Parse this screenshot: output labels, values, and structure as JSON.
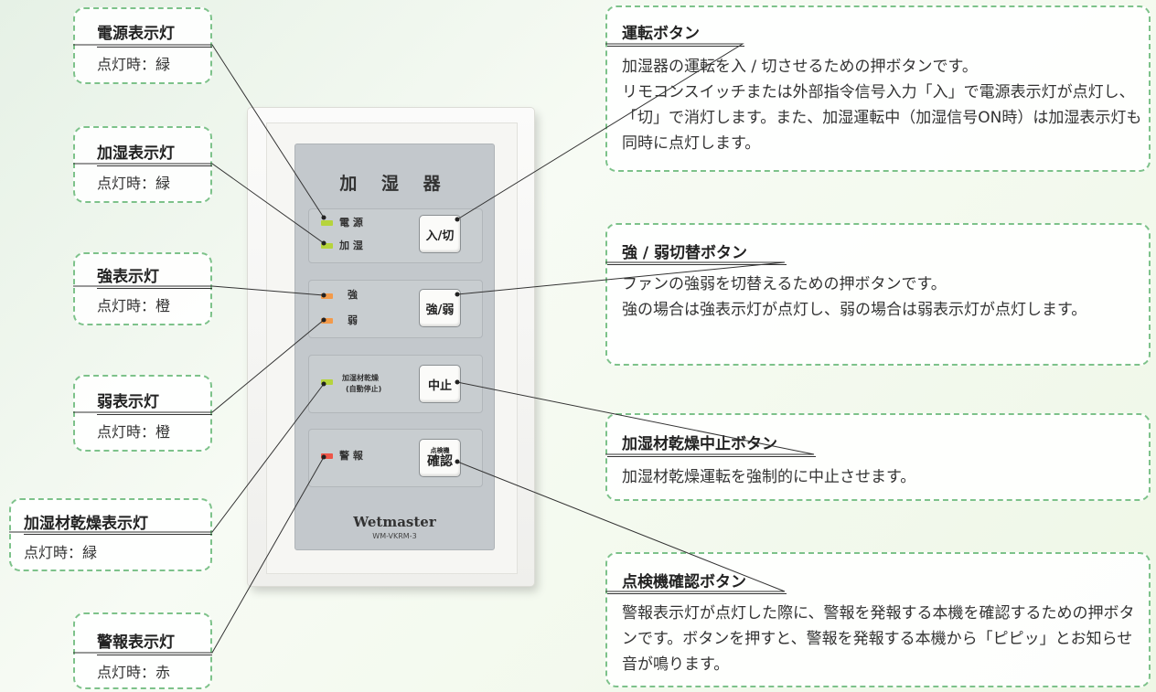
{
  "left_callouts": [
    {
      "title": "電源表示灯",
      "sub": "点灯時：緑"
    },
    {
      "title": "加湿表示灯",
      "sub": "点灯時：緑"
    },
    {
      "title": "強表示灯",
      "sub": "点灯時：橙"
    },
    {
      "title": "弱表示灯",
      "sub": "点灯時：橙"
    },
    {
      "title": "加湿材乾燥表示灯",
      "sub": "点灯時：緑"
    },
    {
      "title": "警報表示灯",
      "sub": "点灯時：赤"
    }
  ],
  "right_callouts": [
    {
      "title": "運転ボタン",
      "desc": "加湿器の運転を入 / 切させるための押ボタンです。\nリモコンスイッチまたは外部指令信号入力「入」で電源表示灯が点灯し、「切」で消灯します。また、加湿運転中（加湿信号ON時）は加湿表示灯も同時に点灯します。"
    },
    {
      "title": "強 / 弱切替ボタン",
      "desc": "ファンの強弱を切替えるための押ボタンです。\n強の場合は強表示灯が点灯し、弱の場合は弱表示灯が点灯します。"
    },
    {
      "title": "加湿材乾燥中止ボタン",
      "desc": "加湿材乾燥運転を強制的に中止させます。"
    },
    {
      "title": "点検機確認ボタン",
      "desc": "警報表示灯が点灯した際に、警報を発報する本機を確認するための押ボタンです。ボタンを押すと、警報を発報する本機から「ピピッ」とお知らせ音が鳴ります。"
    }
  ],
  "device": {
    "title": "加 湿 器",
    "led_power": "電 源",
    "led_humid": "加 湿",
    "btn_onoff": "入/切",
    "led_strong": "強",
    "led_weak": "弱",
    "btn_strongweak": "強/弱",
    "led_dry_line1": "加湿材乾燥",
    "led_dry_line2": "(自動停止)",
    "btn_stop": "中止",
    "led_alarm": "警 報",
    "btn_check_top": "点検機",
    "btn_check_bottom": "確認",
    "brand": "Wetmaster",
    "model": "WM-VKRM-3"
  },
  "colors": {
    "led_green": "#b6d43c",
    "led_orange": "#f39a4a",
    "led_red": "#ee5548",
    "callout_border": "#7dc28a"
  }
}
